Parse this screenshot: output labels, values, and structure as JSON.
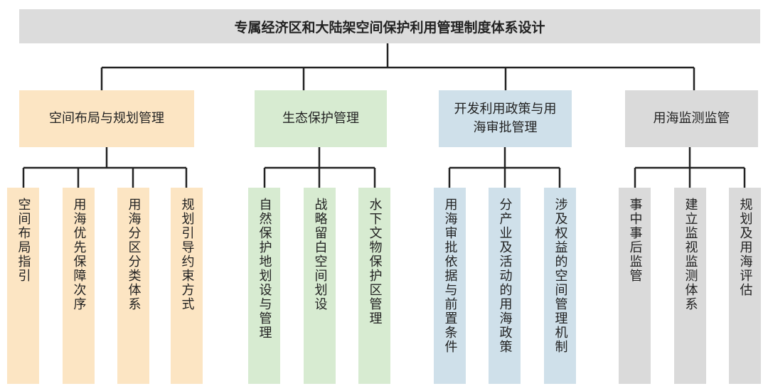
{
  "root": {
    "title": "专属经济区和大陆架空间保护利用管理制度体系设计"
  },
  "colors": {
    "yellow": "#fce5c3",
    "green": "#d7ebd1",
    "blue": "#cfe0ea",
    "gray": "#dadada",
    "line": "#222222"
  },
  "categories": [
    {
      "label": "空间布局与规划管理",
      "leaves": [
        "空间布局指引",
        "用海优先保障次序",
        "用海分区分类体系",
        "规划引导约束方式"
      ]
    },
    {
      "label": "生态保护管理",
      "leaves": [
        "自然保护地划设与管理",
        "战略留白空间划设",
        "水下文物保护区管理"
      ]
    },
    {
      "label": "开发利用政策与用海审批管理",
      "leaves": [
        "用海审批依据与前置条件",
        "分产业及活动的用海政策",
        "涉及权益的空间管理机制"
      ]
    },
    {
      "label": "用海监测监管",
      "leaves": [
        "事中事后监管",
        "建立监视监测体系",
        "规划及用海评估"
      ]
    }
  ]
}
